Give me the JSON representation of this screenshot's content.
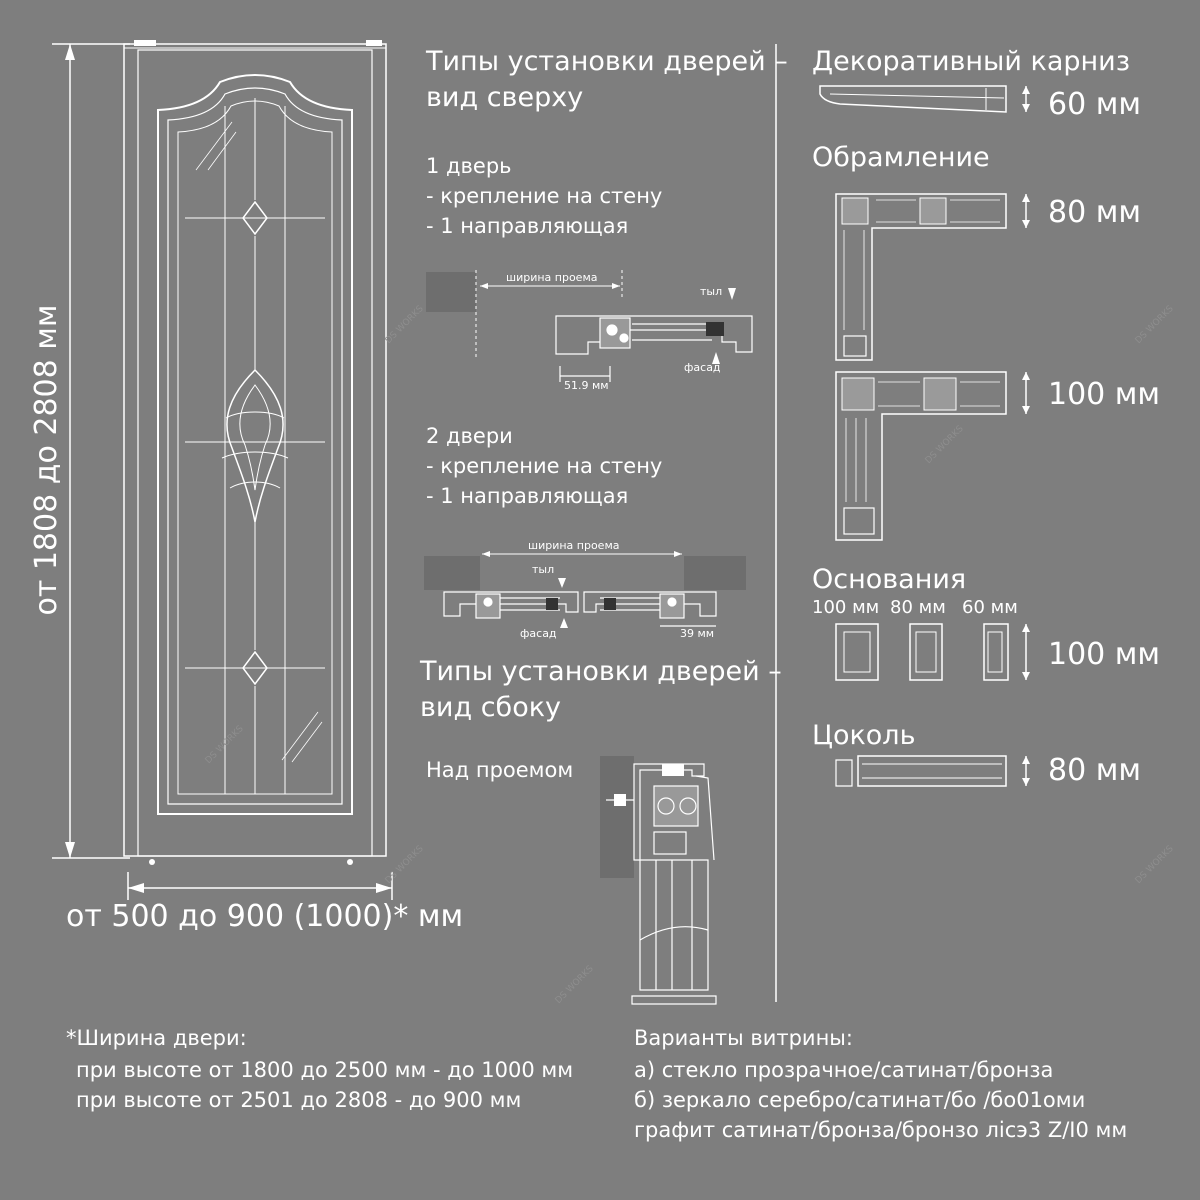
{
  "left": {
    "height_label": "от 1808 до 2808 мм",
    "width_label": "от 500 до 900 (1000)* мм"
  },
  "top_view": {
    "title_line1": "Типы установки дверей –",
    "title_line2": "вид сверху",
    "one_door": {
      "title": "1 дверь",
      "mount": "- крепление на стену",
      "rail": "- 1 направляющая",
      "opening_width": "ширина проема",
      "back": "тыл",
      "facade": "фасад",
      "dimension": "51.9 мм"
    },
    "two_doors": {
      "title": "2 двери",
      "mount": "- крепление на стену",
      "rail": "- 1 направляющая",
      "opening_width": "ширина проема",
      "back": "тыл",
      "facade": "фасад",
      "dimension": "39 мм"
    }
  },
  "side_view": {
    "title_line1": "Типы установки дверей –",
    "title_line2": "вид сбоку",
    "above_opening": "Над проемом"
  },
  "right": {
    "cornice_title": "Декоративный карниз",
    "cornice_size": "60 мм",
    "frame_title": "Обрамление",
    "frame_size_1": "80 мм",
    "frame_size_2": "100 мм",
    "bases_title": "Основания",
    "bases_widths": [
      "100 мм",
      "80 мм",
      "60 мм"
    ],
    "bases_size": "100 мм",
    "plinth_title": "Цоколь",
    "plinth_size": "80 мм"
  },
  "footnote": {
    "line1": "*Ширина двери:",
    "line2": "при высоте от 1800 до 2500 мм - до 1000 мм",
    "line3": "при высоте от 2501 до 2808 - до 900 мм"
  },
  "variants": {
    "title": "Варианты витрины:",
    "a": "а) стекло прозрачное/сатинат/бронза",
    "b": "б) зеркало серебро/сатинат/бо /бо01оми",
    "c": "графит сатинат/бронза/бронзо лісэ3 Z/I0 мм"
  },
  "watermark": "DS WORKS"
}
